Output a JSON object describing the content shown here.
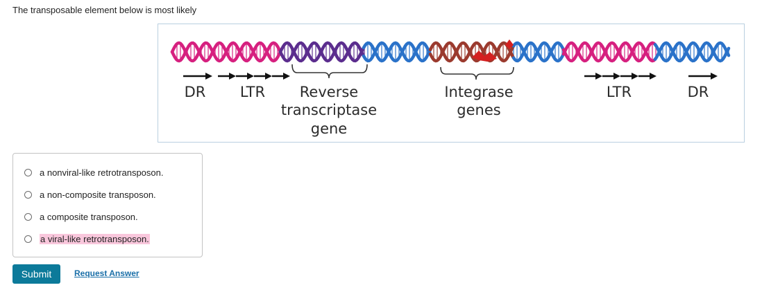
{
  "question": {
    "prompt": "The transposable element below is most likely"
  },
  "figure": {
    "labels": {
      "dr_left": "DR",
      "ltr_left": "LTR",
      "rt_line1": "Reverse",
      "rt_line2": "transcriptase",
      "rt_line3": "gene",
      "int_line1": "Integrase",
      "int_line2": "genes",
      "ltr_right": "LTR",
      "dr_right": "DR"
    },
    "colors": {
      "magenta": "#d6207f",
      "purple": "#5b2d8e",
      "blue": "#2a72c9",
      "brown": "#9b3a2e",
      "red": "#d42020"
    }
  },
  "options": [
    {
      "label": "a nonviral-like retrotransposon.",
      "highlighted": false
    },
    {
      "label": "a non-composite transposon.",
      "highlighted": false
    },
    {
      "label": "a composite transposon.",
      "highlighted": false
    },
    {
      "label": "a viral-like retrotransposon.",
      "highlighted": true
    }
  ],
  "actions": {
    "submit_label": "Submit",
    "request_answer_label": "Request Answer"
  }
}
